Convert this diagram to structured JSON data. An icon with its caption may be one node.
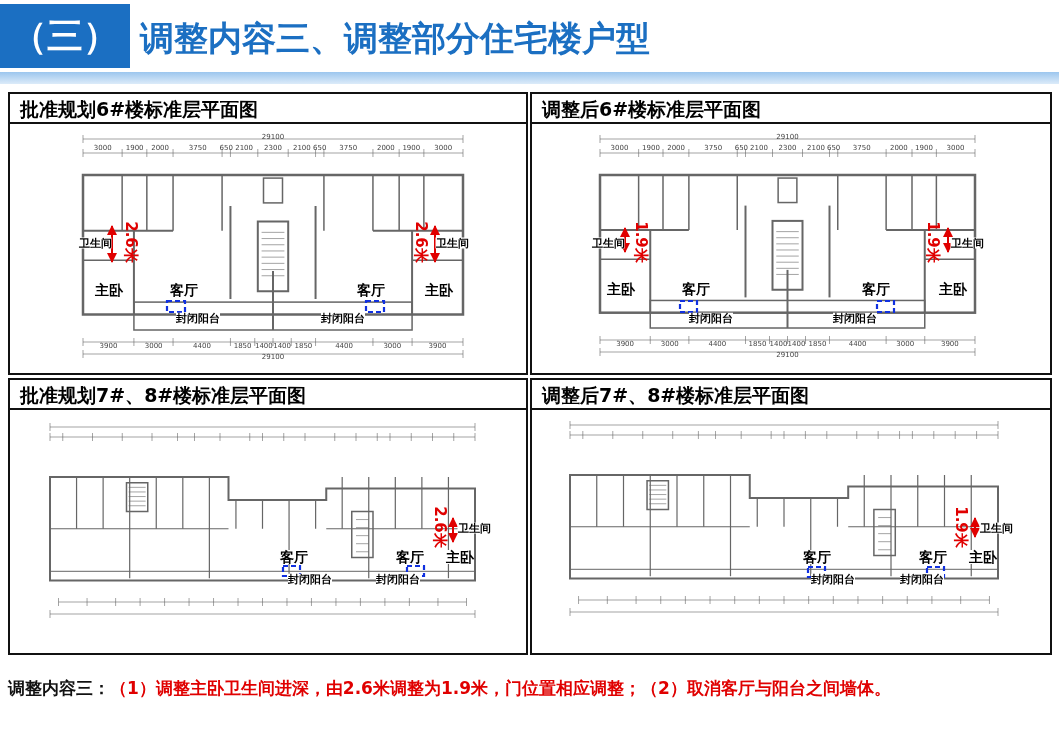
{
  "diagram": {
    "title": "调整内容三、调整部分住宅楼户型",
    "nodes": [
      {
        "text": [
          "批准规划6#楼标准层平面图"
        ]
      },
      {
        "text": [
          "调整后6#楼标准层平面图"
        ]
      },
      {
        "text": [
          "批准规划7#、8#楼标准层平面图"
        ]
      },
      {
        "text": [
          "调整后7#、8#楼标准层平面图"
        ]
      }
    ],
    "labels": [
      "（三）",
      "29100",
      "3000",
      "1900",
      "2000",
      "3750",
      "650",
      "2100",
      "2300",
      "2100",
      "650",
      "3750",
      "2000",
      "1900",
      "3000",
      "2.6米",
      "卫生间",
      "2.6米",
      "卫生间",
      "主卧",
      "客厅",
      "客厅",
      "主卧",
      "封闭阳台",
      "封闭阳台",
      "3900",
      "3000",
      "4400",
      "1850",
      "1400",
      "1400",
      "1850",
      "4400",
      "3000",
      "3900",
      "29100",
      "29100",
      "3000",
      "1900",
      "2000",
      "3750",
      "650",
      "2100",
      "2300",
      "2100",
      "650",
      "3750",
      "2000",
      "1900",
      "3000",
      "1.9米",
      "卫生间",
      "1.9米",
      "卫生间",
      "主卧",
      "客厅",
      "客厅",
      "主卧",
      "封闭阳台",
      "封闭阳台",
      "3900",
      "3000",
      "4400",
      "1850",
      "1400",
      "1400",
      "1850",
      "4400",
      "3000",
      "3900",
      "29100",
      "2.6米",
      "卫生间",
      "客厅",
      "客厅",
      "主卧",
      "封闭阳台",
      "封闭阳台",
      "1.9米",
      "卫生间",
      "客厅",
      "客厅",
      "主卧",
      "封闭阳台",
      "封闭阳台",
      "调整内容三：",
      "（1）调整主卧卫生间进深，由2.6米调整为1.9米，门位置相应调整；（2）取消客厅与阳台之间墙体。"
    ]
  }
}
